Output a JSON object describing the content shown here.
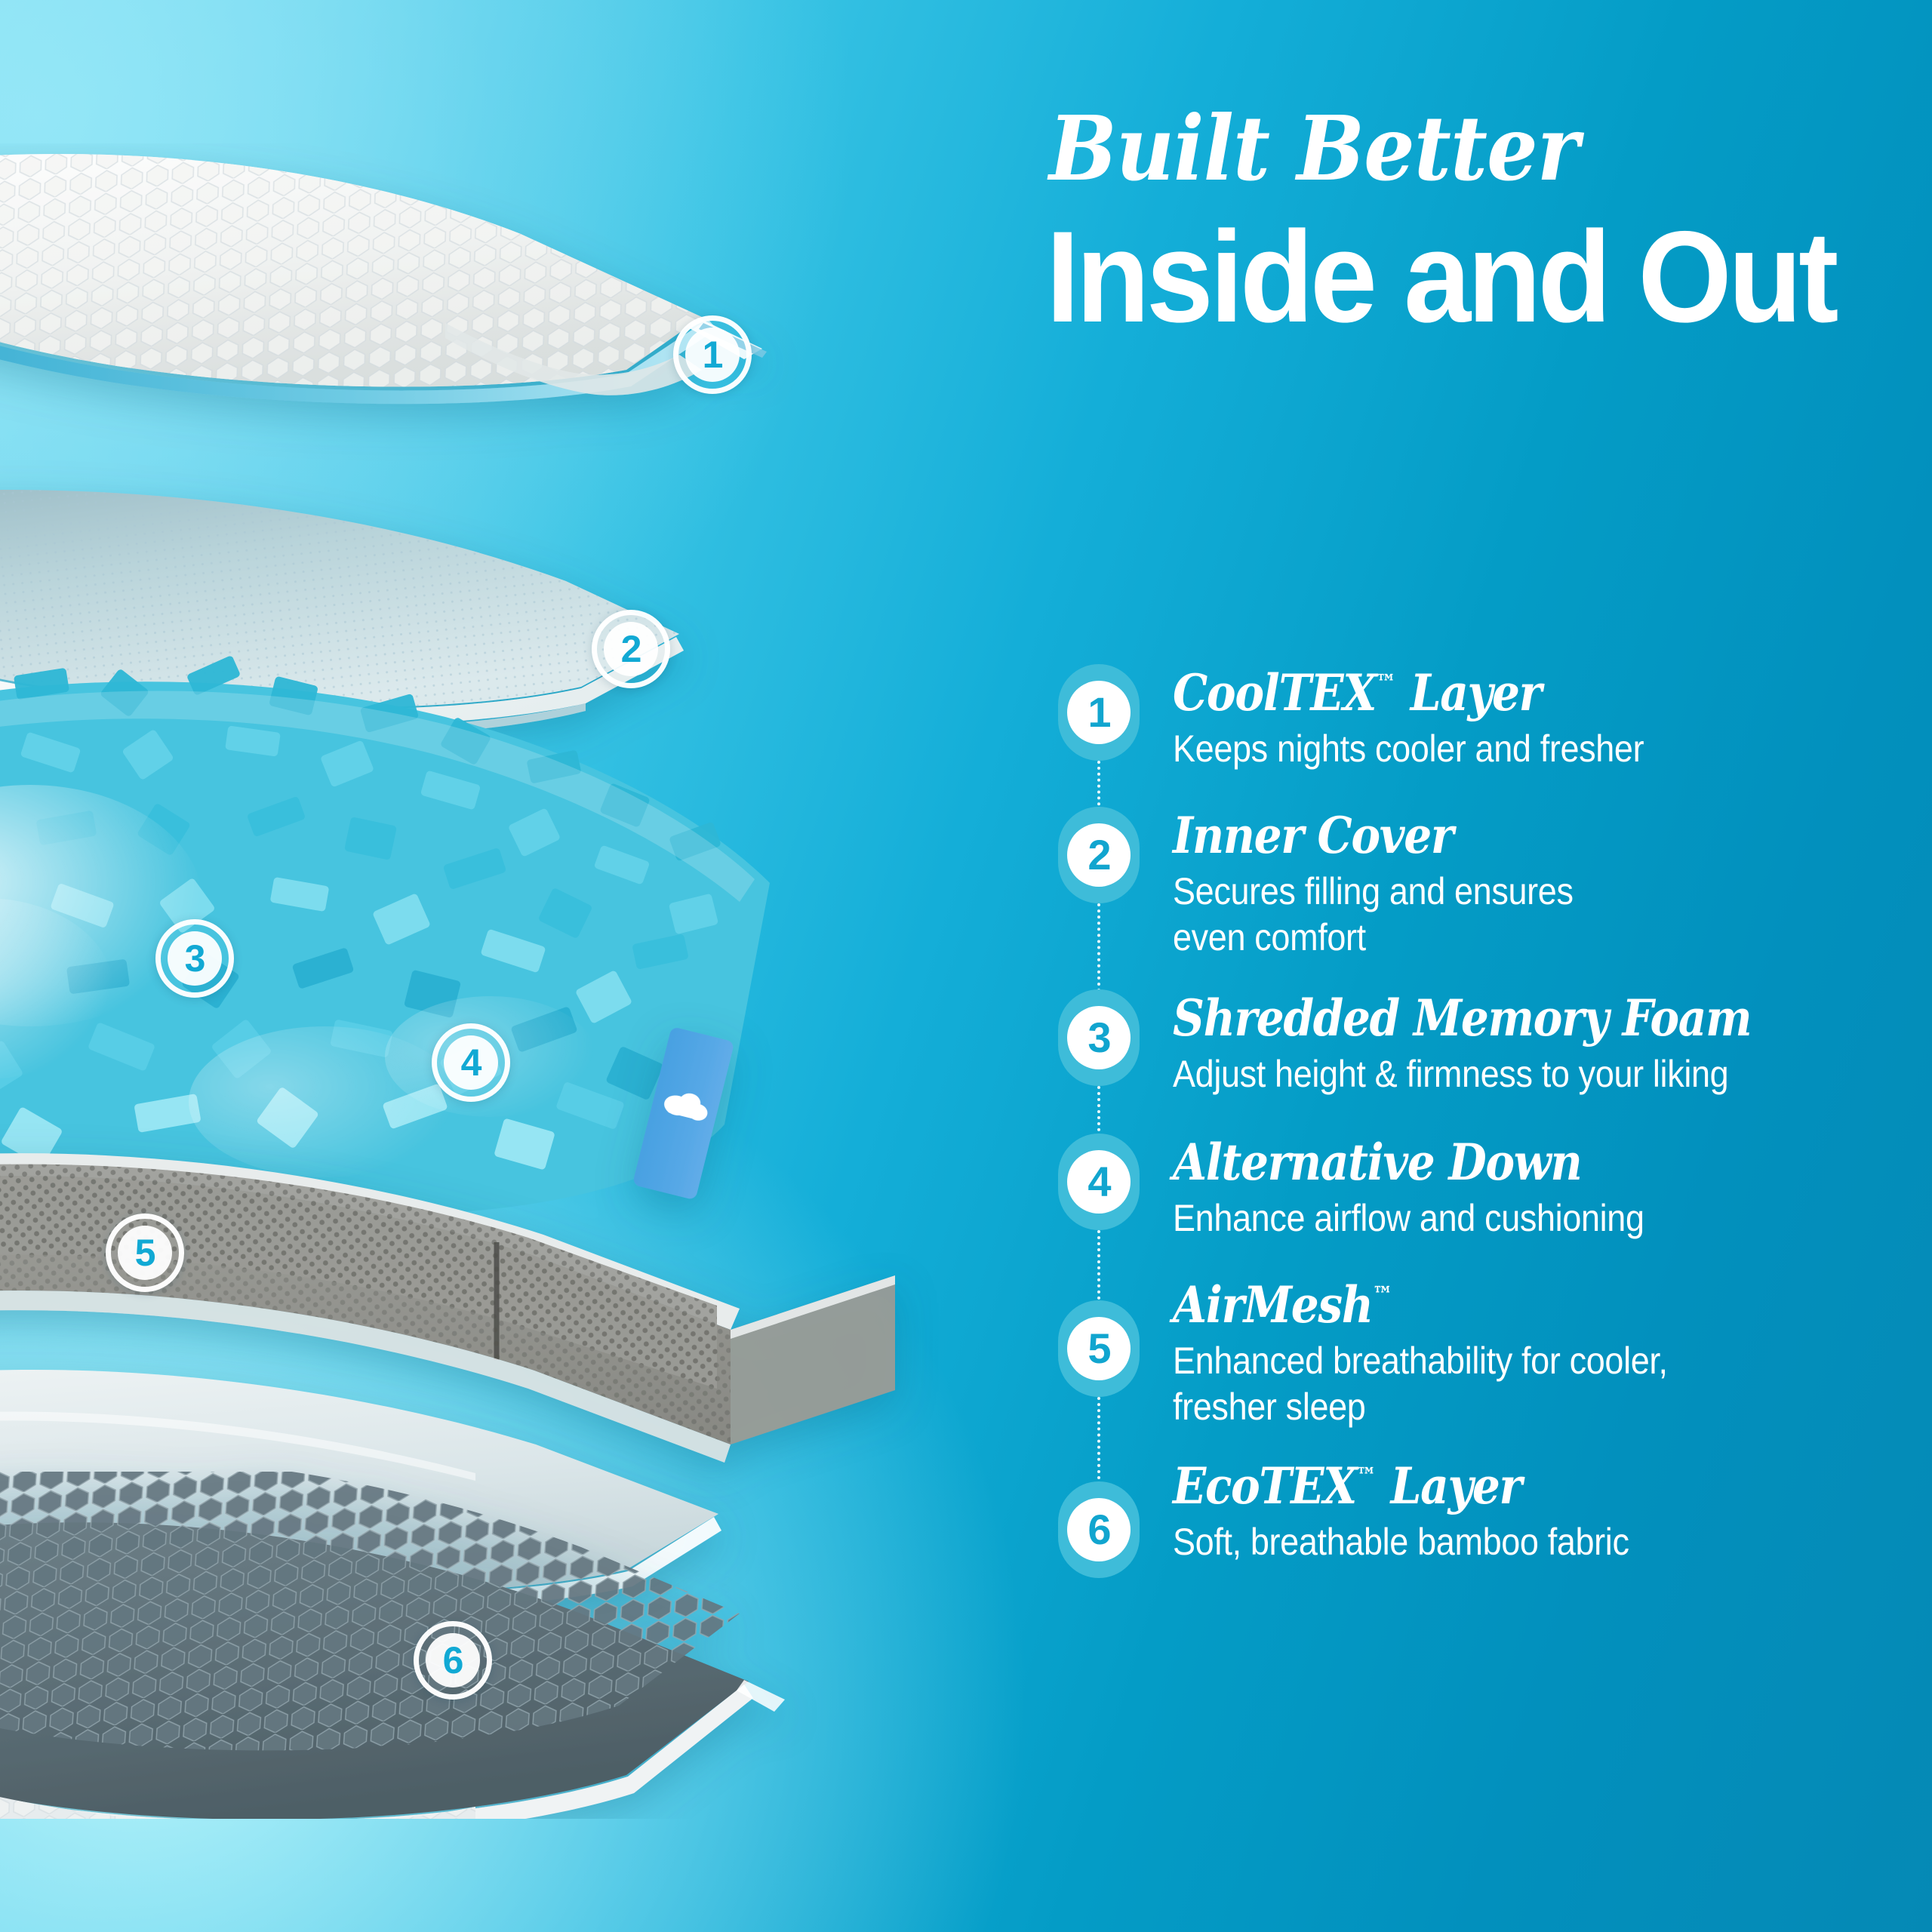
{
  "colors": {
    "bg_light": "#8fe2f2",
    "bg_deep": "#0589b5",
    "accent_teal": "#11a5cf",
    "badge_halo": "#3ebcd9",
    "text_white": "#ffffff",
    "foam_blue": "#3fc3e0",
    "mesh_grey": "#8d8f8c",
    "bamboo_grey": "#5c6c72",
    "tag_blue": "#4a9fe8"
  },
  "header": {
    "eyebrow": "Built Better",
    "headline": "Inside and Out"
  },
  "legend": {
    "items": [
      {
        "number": "1",
        "title": "CoolTEX",
        "trademark": "™",
        "title_suffix": " Layer",
        "description": "Keeps nights cooler and fresher"
      },
      {
        "number": "2",
        "title": "Inner Cover",
        "trademark": "",
        "title_suffix": "",
        "description": "Secures filling and ensures\neven comfort"
      },
      {
        "number": "3",
        "title": "Shredded Memory Foam",
        "trademark": "",
        "title_suffix": "",
        "description": "Adjust height & firmness to your liking"
      },
      {
        "number": "4",
        "title": "Alternative Down",
        "trademark": "",
        "title_suffix": "",
        "description": "Enhance airflow and cushioning"
      },
      {
        "number": "5",
        "title": "AirMesh",
        "trademark": "™",
        "title_suffix": "",
        "description": "Enhanced breathability for cooler,\nfresher sleep"
      },
      {
        "number": "6",
        "title": "EcoTEX",
        "trademark": "™",
        "title_suffix": " Layer",
        "description": "Soft, breathable bamboo fabric"
      }
    ]
  },
  "illustration": {
    "alt": "Exploded view of pillow construction layers",
    "callouts": [
      {
        "number": "1",
        "layer": "cooltex-layer"
      },
      {
        "number": "2",
        "layer": "inner-cover"
      },
      {
        "number": "3",
        "layer": "shredded-memory-foam"
      },
      {
        "number": "4",
        "layer": "alternative-down"
      },
      {
        "number": "5",
        "layer": "airmesh-gusset"
      },
      {
        "number": "6",
        "layer": "ecotex-layer"
      }
    ],
    "brand_tag": "cloud-logo"
  }
}
